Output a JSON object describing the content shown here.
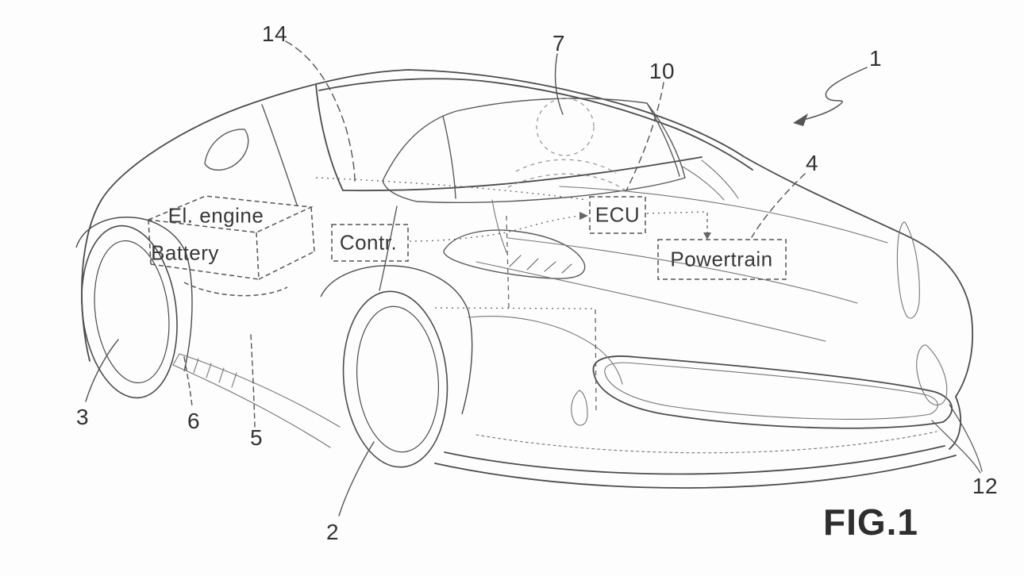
{
  "figure": {
    "caption": "FIG.1",
    "background_color": "#fdfdfd",
    "line_color": "#4c4c4c",
    "detail_line_color": "#757575",
    "text_color": "#383838",
    "description": "Patent line drawing of a hybrid sports car, three-quarter front-left view, with dashed component boxes and reference numerals"
  },
  "component_boxes": {
    "el_engine": "El. engine",
    "battery": "Battery",
    "contr": "Contr.",
    "ecu": "ECU",
    "powertrain": "Powertrain"
  },
  "reference_numerals": {
    "n1": "1",
    "n2": "2",
    "n3": "3",
    "n4": "4",
    "n5": "5",
    "n6": "6",
    "n7": "7",
    "n10": "10",
    "n12": "12",
    "n14": "14"
  }
}
